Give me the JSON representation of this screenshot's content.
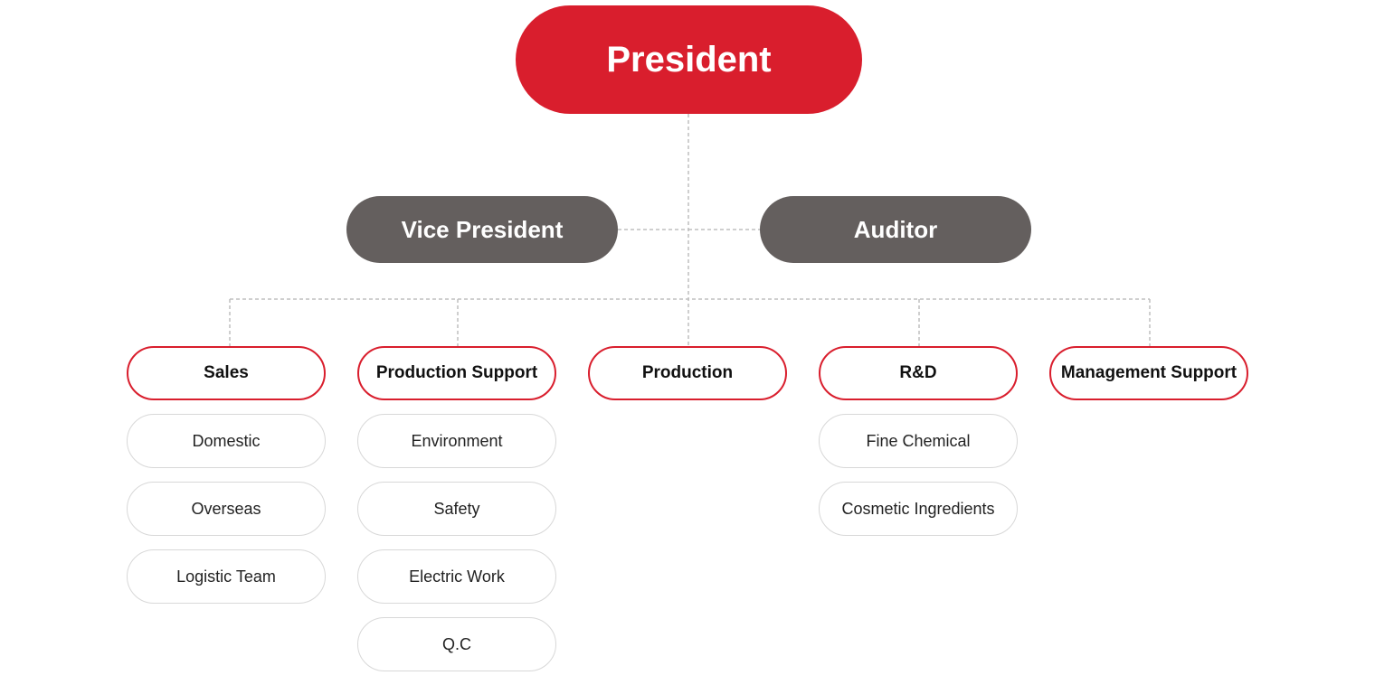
{
  "president": {
    "label": "President"
  },
  "executives": {
    "vice_president": "Vice President",
    "auditor": "Auditor"
  },
  "departments": [
    {
      "label": "Sales",
      "teams": [
        "Domestic",
        "Overseas",
        "Logistic Team"
      ]
    },
    {
      "label": "Production Support",
      "teams": [
        "Environment",
        "Safety",
        "Electric Work",
        "Q.C"
      ]
    },
    {
      "label": "Production",
      "teams": []
    },
    {
      "label": "R&D",
      "teams": [
        "Fine Chemical",
        "Cosmetic Ingredients"
      ]
    },
    {
      "label": "Management Support",
      "teams": []
    }
  ],
  "colors": {
    "president_fill": "#d91e2d",
    "executive_fill": "#645f5e",
    "department_border": "#d91e2d",
    "team_border": "#d8d8d8",
    "connector": "#bfbfbf"
  }
}
